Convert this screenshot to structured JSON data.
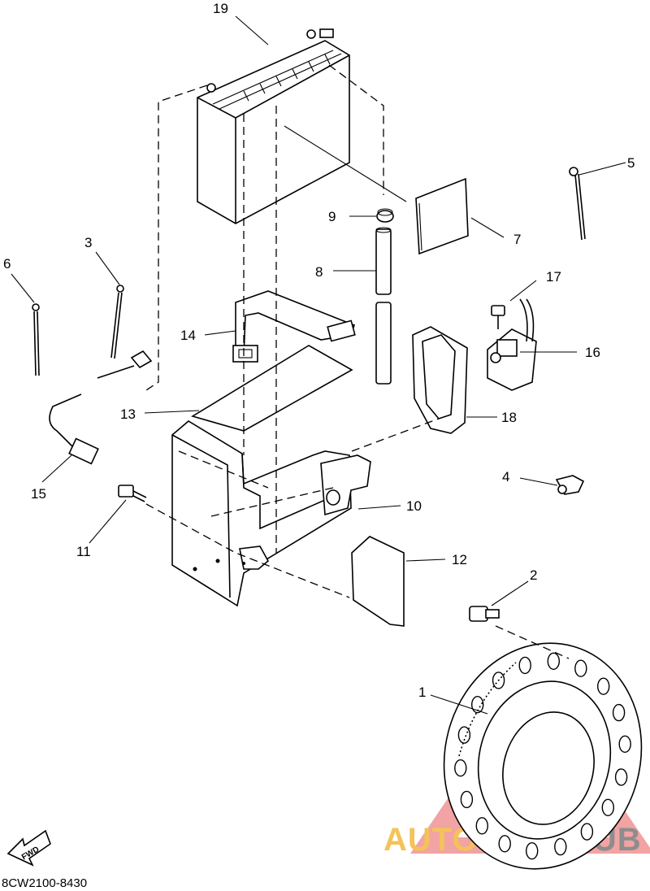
{
  "diagram": {
    "drawing_code": "8CW2100-8430",
    "fwd_arrow_label": "FWD",
    "watermark": {
      "text_a": "AUTOMOTO",
      "text_b": "HUB"
    },
    "callouts": [
      {
        "id": "c1",
        "number": "1"
      },
      {
        "id": "c2",
        "number": "2"
      },
      {
        "id": "c3",
        "number": "3"
      },
      {
        "id": "c4",
        "number": "4"
      },
      {
        "id": "c5",
        "number": "5"
      },
      {
        "id": "c6",
        "number": "6"
      },
      {
        "id": "c7",
        "number": "7"
      },
      {
        "id": "c8",
        "number": "8"
      },
      {
        "id": "c9",
        "number": "9"
      },
      {
        "id": "c10",
        "number": "10"
      },
      {
        "id": "c11",
        "number": "11"
      },
      {
        "id": "c12",
        "number": "12"
      },
      {
        "id": "c13",
        "number": "13"
      },
      {
        "id": "c14",
        "number": "14"
      },
      {
        "id": "c15",
        "number": "15"
      },
      {
        "id": "c16",
        "number": "16"
      },
      {
        "id": "c17",
        "number": "17"
      },
      {
        "id": "c18",
        "number": "18"
      },
      {
        "id": "c19",
        "number": "19"
      }
    ]
  }
}
